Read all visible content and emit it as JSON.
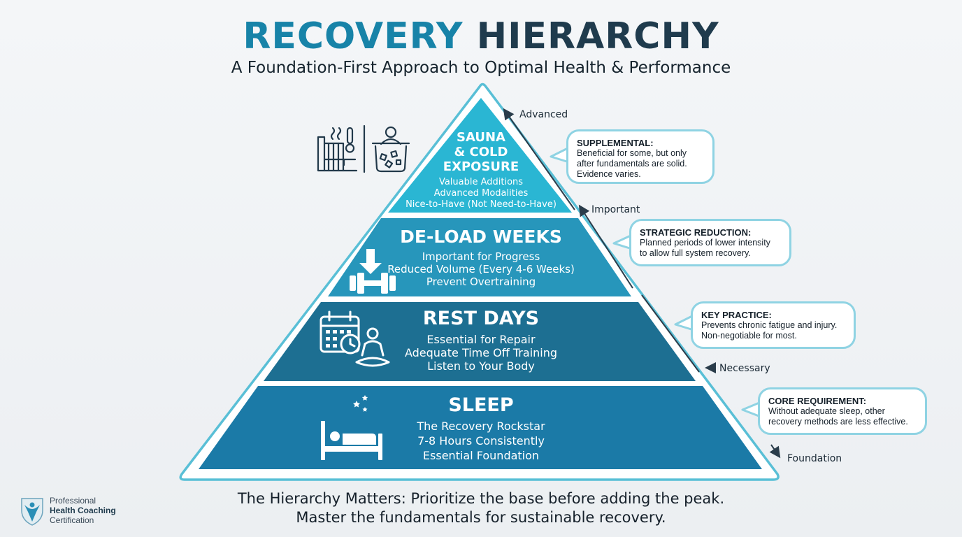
{
  "header": {
    "title_part1": "RECOVERY",
    "title_part2": "HIERARCHY",
    "subtitle": "A Foundation-First Approach to Optimal Health & Performance"
  },
  "tiers": [
    {
      "heading_lines": [
        "SAUNA",
        "& COLD",
        "EXPOSURE"
      ],
      "lines": [
        "Valuable Additions",
        "Advanced Modalities",
        "Nice-to-Have (Not Need-to-Have)"
      ],
      "icon": "sauna-and-cold-plunge-icon",
      "color": "#2ab6d3"
    },
    {
      "heading": "DE-LOAD WEEKS",
      "lines": [
        "Important for Progress",
        "Reduced Volume (Every 4-6 Weeks)",
        "Prevent Overtraining"
      ],
      "icon": "deload-dumbbell-icon",
      "color": "#2796bb"
    },
    {
      "heading": "REST DAYS",
      "lines": [
        "Essential for Repair",
        "Adequate Time Off Training",
        "Listen to Your Body"
      ],
      "icon": "calendar-meditation-icon",
      "color": "#1d6f92"
    },
    {
      "heading": "SLEEP",
      "lines": [
        "The Recovery Rockstar",
        "7-8 Hours Consistently",
        "Essential Foundation"
      ],
      "icon": "moon-bed-icon",
      "color": "#1b7aa7"
    }
  ],
  "levels": [
    "Advanced",
    "Important",
    "Necessary",
    "Foundation"
  ],
  "callouts": [
    {
      "heading": "SUPPLEMENTAL:",
      "lines": [
        "Beneficial for some, but only",
        "after fundamentals are solid.",
        "Evidence varies."
      ]
    },
    {
      "heading": "STRATEGIC REDUCTION:",
      "lines": [
        "Planned periods of lower intensity",
        "to allow full system recovery."
      ]
    },
    {
      "heading": "KEY PRACTICE:",
      "lines": [
        "Prevents chronic fatigue and injury.",
        "Non-negotiable for most."
      ]
    },
    {
      "heading": "CORE REQUIREMENT:",
      "lines": [
        "Without adequate sleep, other",
        "recovery methods are less effective."
      ]
    }
  ],
  "footer": {
    "line1": "The Hierarchy Matters: Prioritize the base before adding the peak.",
    "line2": "Master the fundamentals for sustainable recovery."
  },
  "logo": {
    "line1": "Professional",
    "line2": "Health Coaching",
    "line3": "Certification"
  }
}
